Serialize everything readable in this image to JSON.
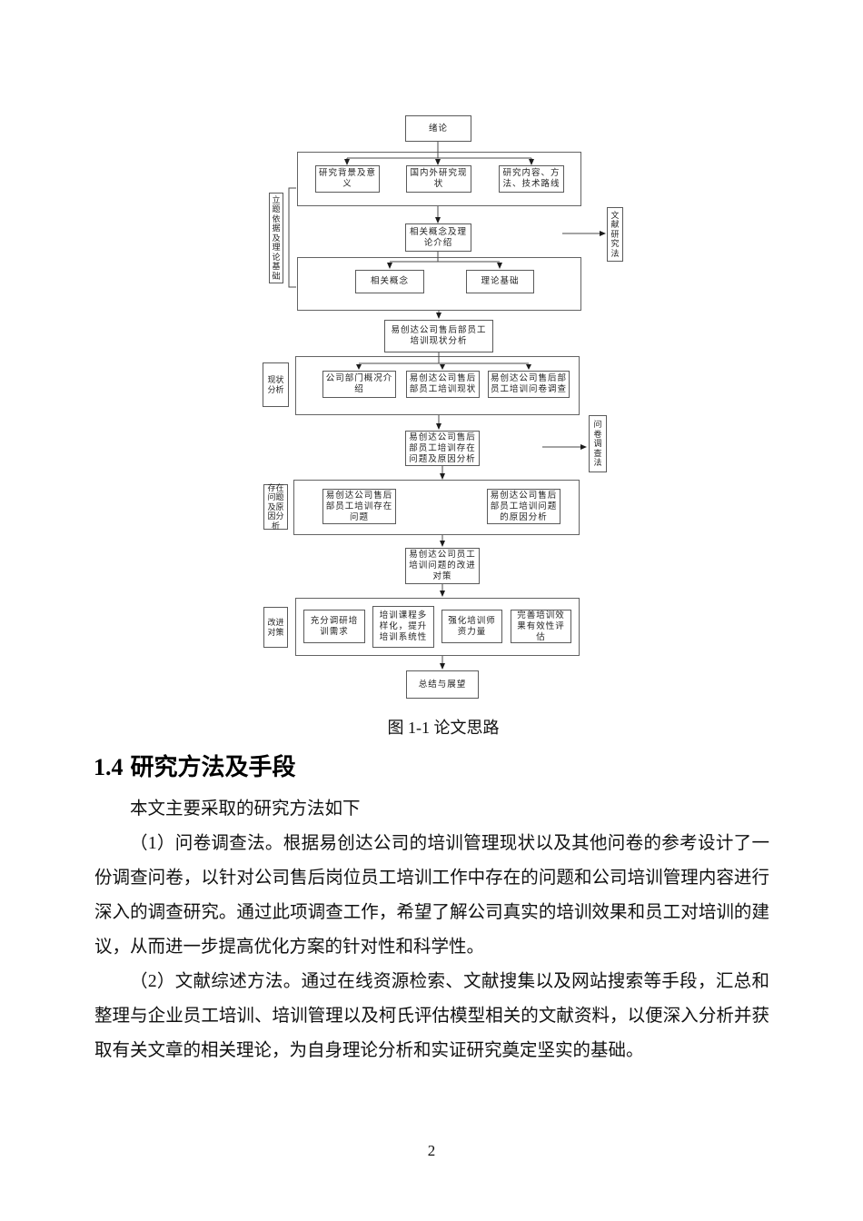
{
  "palette": {
    "ink": "#1a1a1a",
    "line": "#5a5a5a",
    "background": "#ffffff"
  },
  "flowchart": {
    "nodes": {
      "intro": "绪论",
      "bg": "研究背景及意义",
      "domestic": "国内外研究现状",
      "content": "研究内容、方法、技术路线",
      "concept_intro": "相关概念及理论介绍",
      "concept": "相关概念",
      "theory": "理论基础",
      "status": "易创达公司售后部员工培训现状分析",
      "dept": "公司部门概况介绍",
      "train_status": "易创达公司售后部员工培训现状",
      "survey": "易创达公司售后部员工培训问卷调查",
      "problem_cause": "易创达公司售后部员工培训存在问题及原因分析",
      "problem": "易创达公司售后部员工培训存在问题",
      "cause": "易创达公司售后部员工培训问题的原因分析",
      "improve": "易创达公司员工培训问题的改进对策",
      "need": "充分调研培训需求",
      "course": "培训课程多样化，提升培训系统性",
      "teacher": "强化培训师资力量",
      "evaluate": "完善培训效果有效性评估",
      "summary": "总结与展望"
    },
    "side_labels": {
      "basis": "立\n题\n依\n据\n及\n理\n论\n基\n础",
      "literature": "文\n献\n研\n究\n法",
      "status_label": "现状\n分析",
      "survey_method": "问\n卷\n调\n查\n法",
      "problem_label": "存在\n问题\n及原\n因分\n析",
      "improve_label": "改进\n对策"
    }
  },
  "doc": {
    "caption": "图 1-1 论文思路",
    "heading_number": "1.4",
    "heading_title": "研究方法及手段",
    "intro": "本文主要采取的研究方法如下",
    "para1": "（1）问卷调查法。根据易创达公司的培训管理现状以及其他问卷的参考设计了一份调查问卷，以针对公司售后岗位员工培训工作中存在的问题和公司培训管理内容进行深入的调查研究。通过此项调查工作，希望了解公司真实的培训效果和员工对培训的建议，从而进一步提高优化方案的针对性和科学性。",
    "para2": "（2）文献综述方法。通过在线资源检索、文献搜集以及网站搜索等手段，汇总和整理与企业员工培训、培训管理以及柯氏评估模型相关的文献资料，以便深入分析并获取有关文章的相关理论，为自身理论分析和实证研究奠定坚实的基础。",
    "page_number": "2"
  }
}
